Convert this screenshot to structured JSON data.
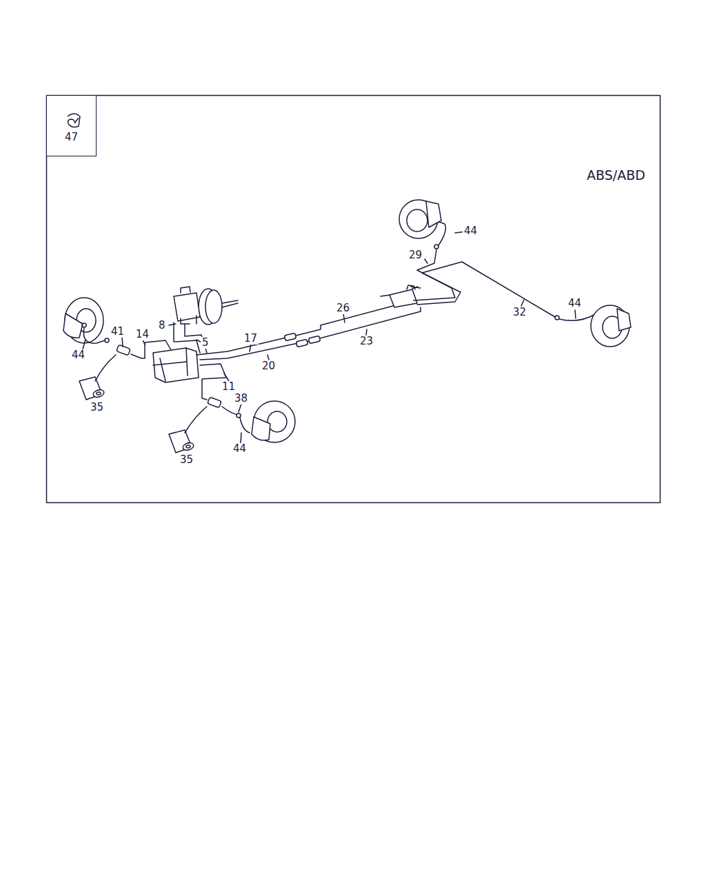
{
  "diagram": {
    "nodes": [
      {
        "text": [
          "47"
        ]
      }
    ],
    "labels": [
      "ABS/ABD",
      "44",
      "29",
      "26",
      "44",
      "32",
      "8",
      "41",
      "14",
      "17",
      "5",
      "23",
      "44",
      "20",
      "11",
      "38",
      "35",
      "44",
      "35"
    ]
  }
}
